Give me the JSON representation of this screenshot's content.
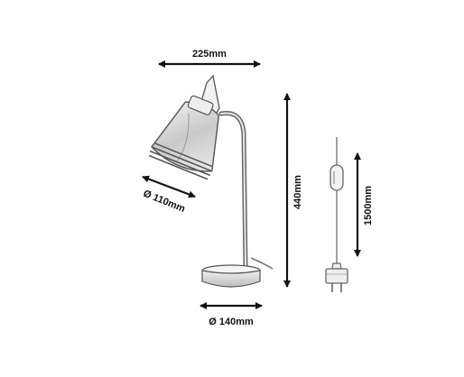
{
  "dimensions": {
    "width_top": "225mm",
    "shade_diameter": "Ø 110mm",
    "height": "440mm",
    "cable_length": "1500mm",
    "base_diameter": "Ø 140mm"
  },
  "colors": {
    "line": "#1a1a1a",
    "lamp_stroke": "#555555",
    "cable": "#777777",
    "arrow": "#111111",
    "background": "#ffffff"
  }
}
